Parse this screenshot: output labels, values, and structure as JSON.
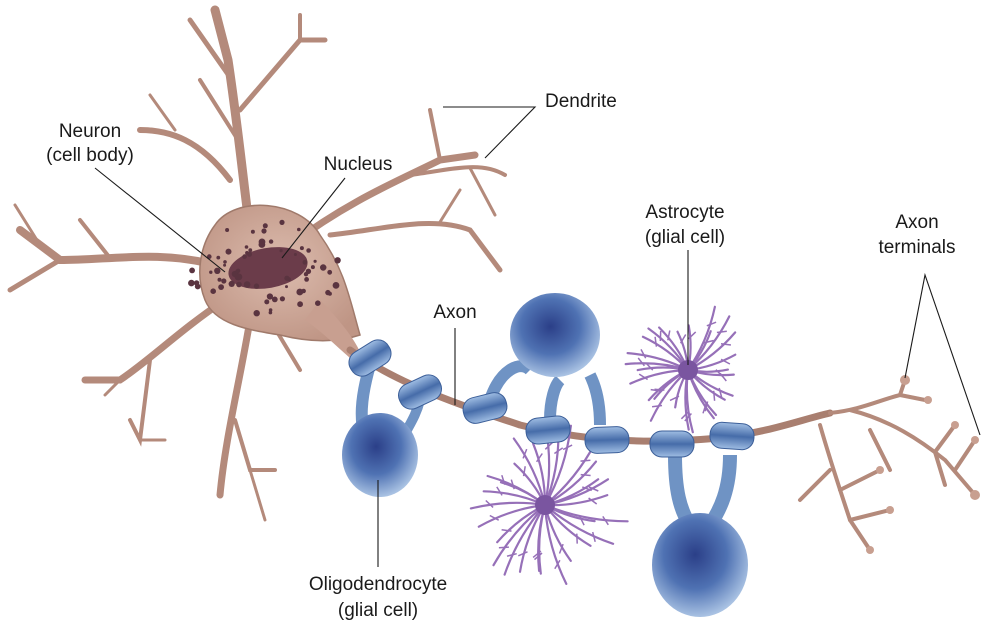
{
  "diagram": {
    "labels": {
      "neuron": [
        "Neuron",
        "(cell body)"
      ],
      "nucleus": "Nucleus",
      "dendrite": "Dendrite",
      "astrocyte": [
        "Astrocyte",
        "(glial cell)"
      ],
      "axon_terminals": [
        "Axon",
        "terminals"
      ],
      "axon": "Axon",
      "oligodendrocyte": [
        "Oligodendrocyte",
        "(glial cell)"
      ]
    },
    "colors": {
      "neuron_fill": "#cfa99a",
      "neuron_stroke": "#9c7466",
      "nucleus": "#6b3c4a",
      "granules": "#5a3440",
      "myelin": "#6f93c4",
      "myelin_dark": "#3c5f99",
      "glia_nucleus": "#2a3f86",
      "astrocyte": "#9670b8",
      "text": "#1a1a1a"
    }
  }
}
